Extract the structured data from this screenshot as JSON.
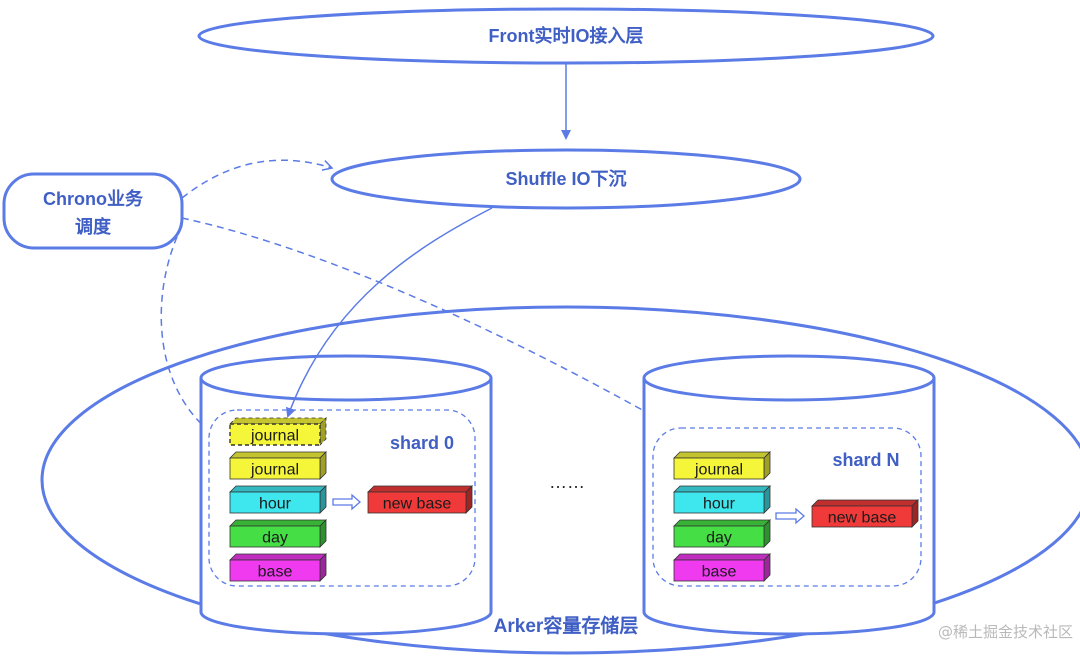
{
  "nodes": {
    "front_layer": "Front实时IO接入层",
    "shuffle_io": "Shuffle IO下沉",
    "chrono_line1": "Chrono业务",
    "chrono_line2": "调度",
    "arker_layer": "Arker容量存储层",
    "ellipsis": "……"
  },
  "shard_0": {
    "title": "shard 0",
    "new_base": "new base",
    "blocks": [
      {
        "label": "journal",
        "color": "#f5f53a",
        "dashed": true
      },
      {
        "label": "journal",
        "color": "#f5f53a",
        "dashed": false
      },
      {
        "label": "hour",
        "color": "#3ee6ee",
        "dashed": false
      },
      {
        "label": "day",
        "color": "#45df45",
        "dashed": false
      },
      {
        "label": "base",
        "color": "#f03af0",
        "dashed": false
      }
    ]
  },
  "shard_n": {
    "title": "shard N",
    "new_base": "new base",
    "blocks": [
      {
        "label": "journal",
        "color": "#f5f53a",
        "dashed": false
      },
      {
        "label": "hour",
        "color": "#3ee6ee",
        "dashed": false
      },
      {
        "label": "day",
        "color": "#45df45",
        "dashed": false
      },
      {
        "label": "base",
        "color": "#f03af0",
        "dashed": false
      }
    ]
  },
  "colors": {
    "outline": "#5b7be6",
    "text_blue": "#3f5fc5",
    "new_base_fill": "#f03a3a"
  },
  "watermark": "@稀土掘金技术社区"
}
